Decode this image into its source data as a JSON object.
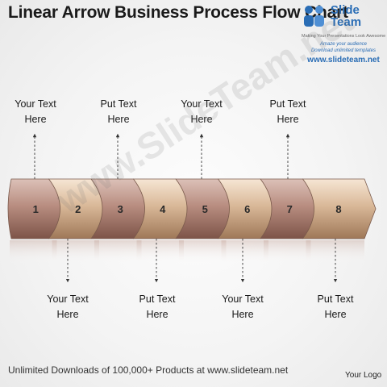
{
  "title": "Linear Arrow Business Process Flow Chart",
  "brand": {
    "line1": "Slide",
    "line2": "Team",
    "tagline": "Making Your Presentations Look Awesome",
    "promo1": "Amaze your audience",
    "promo2": "Download unlimited templates",
    "url": "www.slideteam.net"
  },
  "watermark": "www.SlideTeam.net",
  "steps": [
    "1",
    "2",
    "3",
    "4",
    "5",
    "6",
    "7",
    "8"
  ],
  "top_labels": [
    {
      "line1": "Your Text",
      "line2": "Here"
    },
    {
      "line1": "Put Text",
      "line2": "Here"
    },
    {
      "line1": "Your Text",
      "line2": "Here"
    },
    {
      "line1": "Put Text",
      "line2": "Here"
    }
  ],
  "bottom_labels": [
    {
      "line1": "Your Text",
      "line2": "Here"
    },
    {
      "line1": "Put Text",
      "line2": "Here"
    },
    {
      "line1": "Your Text",
      "line2": "Here"
    },
    {
      "line1": "Put Text",
      "line2": "Here"
    }
  ],
  "footer": "Unlimited Downloads of 100,000+ Products at www.slideteam.net",
  "your_logo": "Your Logo",
  "colors": {
    "segment_dark_start": "#c9a79c",
    "segment_dark_end": "#8e6356",
    "segment_light_start": "#ecd6bf",
    "segment_light_end": "#b08a6d",
    "brand_blue": "#2a6db5"
  }
}
